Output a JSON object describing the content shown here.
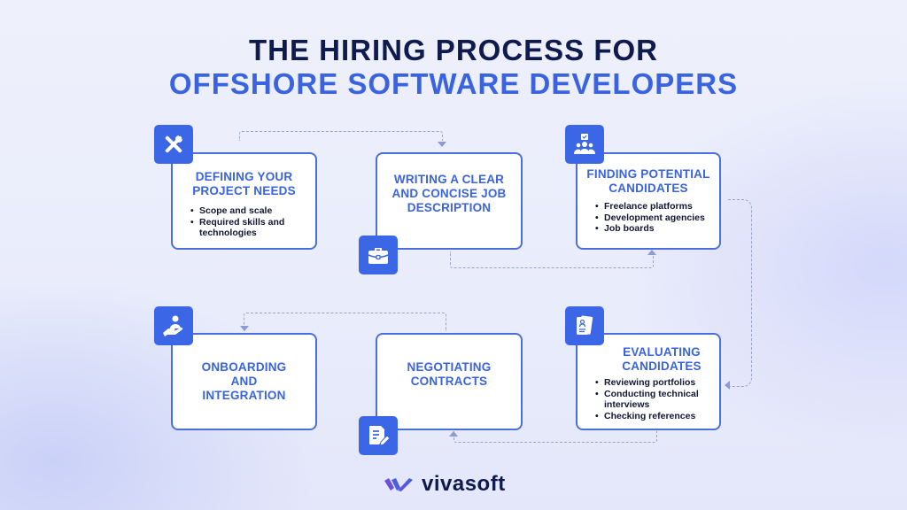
{
  "title": {
    "line1": "THE HIRING PROCESS FOR",
    "line2": "OFFSHORE SOFTWARE DEVELOPERS"
  },
  "colors": {
    "navy": "#0f1a4d",
    "accent_blue": "#3a63e0",
    "icon_bg": "#3b66e6",
    "card_border": "#4a6fdc",
    "connector": "#9aa3c8"
  },
  "steps": [
    {
      "title": "DEFINING YOUR PROJECT NEEDS",
      "icon": "tools-icon",
      "bullets": [
        "Scope and scale",
        "Required skills and technologies"
      ]
    },
    {
      "title": "WRITING A CLEAR AND CONCISE JOB DESCRIPTION",
      "icon": "briefcase-icon",
      "bullets": []
    },
    {
      "title": "FINDING POTENTIAL CANDIDATES",
      "icon": "team-check-icon",
      "bullets": [
        "Freelance platforms",
        "Development agencies",
        "Job boards"
      ]
    },
    {
      "title": "EVALUATING CANDIDATES",
      "icon": "resume-icon",
      "bullets": [
        "Reviewing portfolios",
        "Conducting technical interviews",
        "Checking references"
      ]
    },
    {
      "title": "NEGOTIATING CONTRACTS",
      "icon": "document-edit-icon",
      "bullets": []
    },
    {
      "title": "ONBOARDING AND INTEGRATION",
      "icon": "hand-person-icon",
      "bullets": []
    }
  ],
  "brand": {
    "name": "vivasoft"
  }
}
